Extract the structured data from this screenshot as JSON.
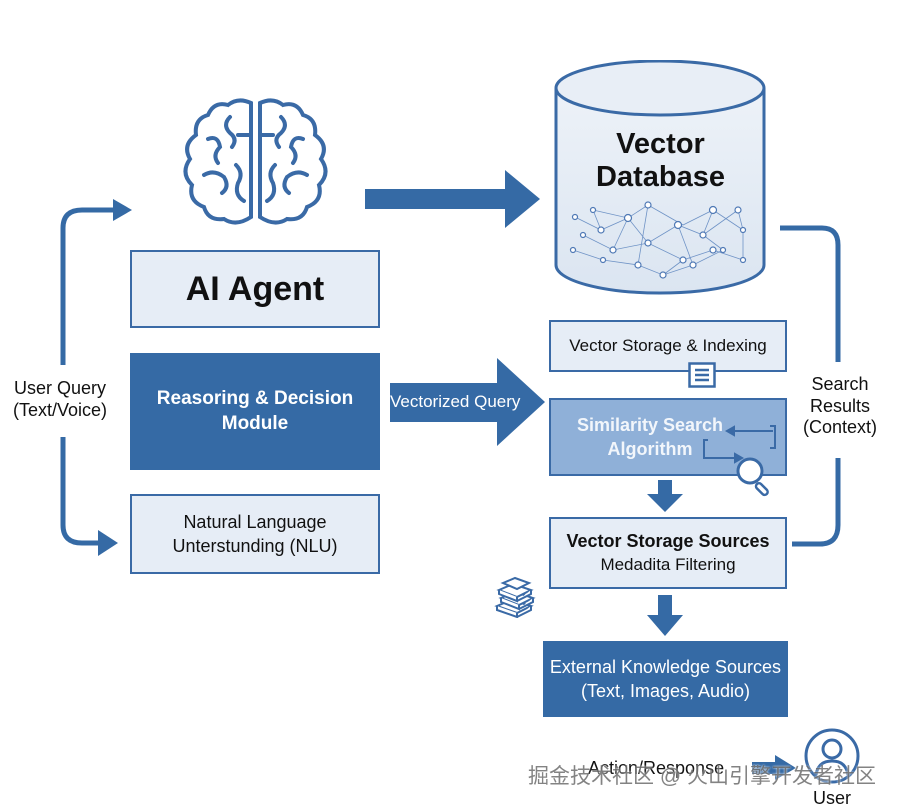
{
  "colors": {
    "primary": "#356aa5",
    "stroke": "#3a6aa6",
    "light_fill": "#e6edf6",
    "mid_fill": "#8fb0d8"
  },
  "agent": {
    "brain_icon": "brain-icon",
    "title": "AI Agent"
  },
  "reasoning": {
    "line1": "Reasoring & Decision",
    "line2": "Module"
  },
  "nlu": {
    "line1": "Natural Language",
    "line2": "Unterstunding (NLU)"
  },
  "user_query": {
    "line1": "User Query",
    "line2": "(Text/Voice)"
  },
  "vectorized_query": "Vectorized Query",
  "database": {
    "line1": "Vector",
    "line2": "Database",
    "network_icon": "network-graph-icon"
  },
  "storage_indexing": {
    "label": "Vector Storage & Indexing",
    "icon": "document-icon"
  },
  "similarity": {
    "line1": "Similarity Search",
    "line2": "Algorithm",
    "icon": "magnifier-icon"
  },
  "storage_sources": {
    "line1": "Vector Storage Sources",
    "line2": "Medadita Filtering",
    "icon": "books-stack-icon"
  },
  "external": {
    "line1": "External Knowledge Sources",
    "line2": "(Text, Images, Audio)"
  },
  "search_results": {
    "line1": "Search",
    "line2": "Results",
    "line3": "(Context)"
  },
  "action_response": "Action/Response",
  "user": {
    "label": "User",
    "icon": "user-icon"
  },
  "watermark": "掘金技术社区 @ 火山引擎开发者社区"
}
